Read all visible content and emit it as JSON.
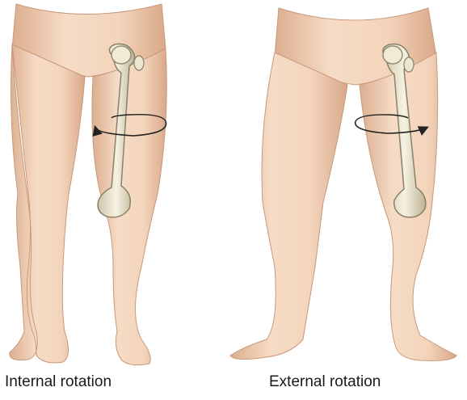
{
  "panels": [
    {
      "id": "internal",
      "caption": "Internal rotation"
    },
    {
      "id": "external",
      "caption": "External rotation"
    }
  ],
  "colors": {
    "skin": "#f3d5bd",
    "skin_shadow": "#deb193",
    "skin_outline": "#c9987a",
    "bone": "#ece5cf",
    "bone_outline": "#8a8169",
    "arrow": "#222222"
  },
  "icons": {
    "rotation_arrow_left": "curved-arrow-pointing-left",
    "rotation_arrow_right": "curved-arrow-pointing-right"
  }
}
